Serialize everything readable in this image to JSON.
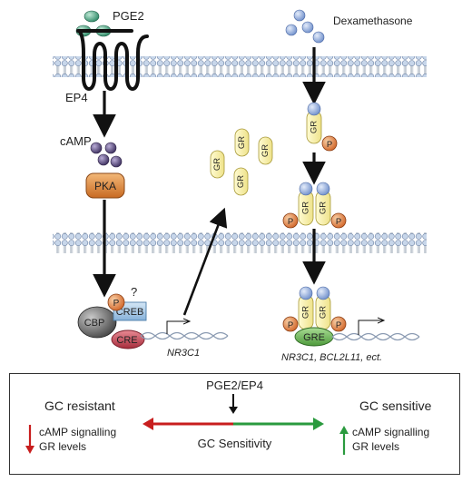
{
  "labels": {
    "pge2": "PGE2",
    "ep4": "EP4",
    "camp": "cAMP",
    "pka": "PKA",
    "dexamethasone": "Dexamethasone",
    "gr": "GR",
    "p": "P",
    "question": "?",
    "cbp": "CBP",
    "creb": "CREB",
    "cre": "CRE",
    "gre": "GRE",
    "gene_left": "NR3C1",
    "gene_right": "NR3C1, BCL2L11, ect."
  },
  "legend": {
    "title": "PGE2/EP4",
    "left_title": "GC resistant",
    "left_line1": "cAMP signalling",
    "left_line2": "GR levels",
    "center": "GC Sensitivity",
    "right_title": "GC sensitive",
    "right_line1": "cAMP signalling",
    "right_line2": "GR levels"
  },
  "colors": {
    "pge2": "#3f9a78",
    "camp": "#5a4a7e",
    "dex": "#8aa7d8",
    "pka": "#e08d3c",
    "gr": "#f6f0a4",
    "phos": "#e07a3a",
    "cbp": "#6a6a6a",
    "creb": "#a8cbe8",
    "cre": "#c74050",
    "gre": "#63a84e",
    "red": "#c81e1e",
    "green": "#2a9a3e"
  }
}
